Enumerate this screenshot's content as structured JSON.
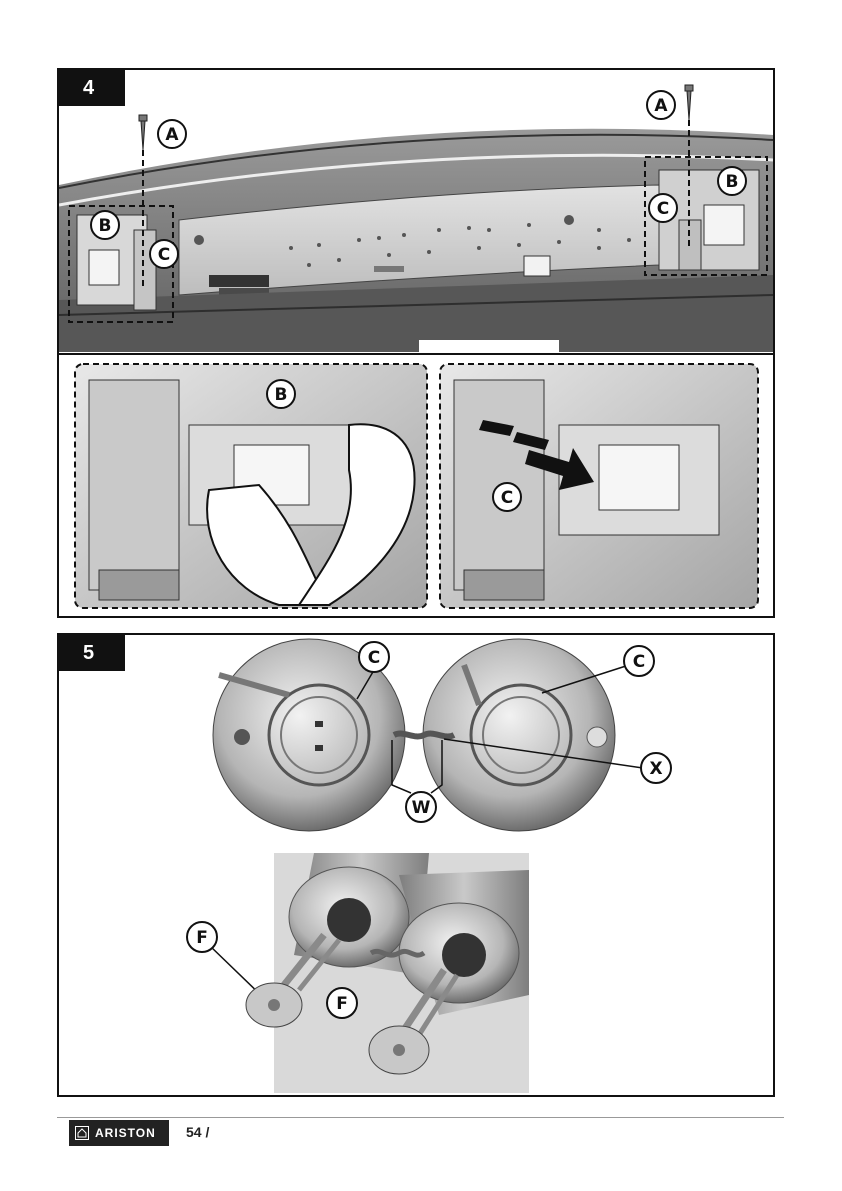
{
  "step4": {
    "number": "4",
    "labels": {
      "a_left": "A",
      "a_right": "A",
      "b_left": "B",
      "b_right": "B",
      "c_left": "C",
      "c_right": "C",
      "b_detail": "B",
      "c_detail": "C"
    }
  },
  "step5": {
    "number": "5",
    "labels": {
      "c_left": "C",
      "c_right": "C",
      "x": "X",
      "w": "W",
      "f_left": "F",
      "f_right": "F"
    }
  },
  "footer": {
    "brand": "ARISTON",
    "page": "54 /",
    "brand_icon": "house-icon"
  }
}
